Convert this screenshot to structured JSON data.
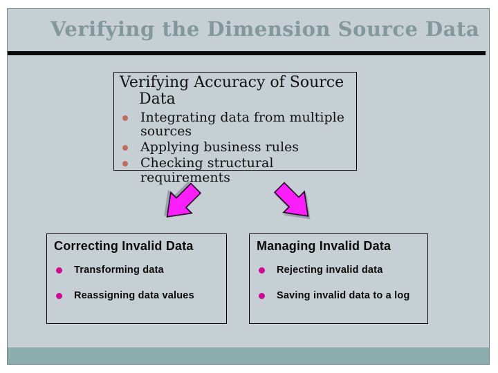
{
  "slide": {
    "title": "Verifying the Dimension Source Data",
    "accuracy_box": {
      "heading": "Verifying Accuracy of Source Data",
      "bullets": [
        "Integrating data from multiple sources",
        "Applying business rules",
        "Checking structural requirements"
      ]
    },
    "left_box": {
      "heading": "Correcting Invalid Data",
      "bullets": [
        "Transforming data",
        "Reassigning data values"
      ]
    },
    "right_box": {
      "heading": "Managing Invalid Data",
      "bullets": [
        "Rejecting invalid data",
        "Saving invalid data to a log"
      ]
    }
  },
  "colors": {
    "slide_bg": "#c5cfd4",
    "slide_border": "#74878d",
    "title_text": "#83989c",
    "title_rule": "#0a0a0a",
    "footer_strip": "#8badae",
    "accuracy_bullet": "#c16b5e",
    "box_bullet": "#cf0a93",
    "arrow_fill": "#fb20fb",
    "arrow_stroke": "#1f011f",
    "arrow_shadow": "#99a2aa"
  }
}
